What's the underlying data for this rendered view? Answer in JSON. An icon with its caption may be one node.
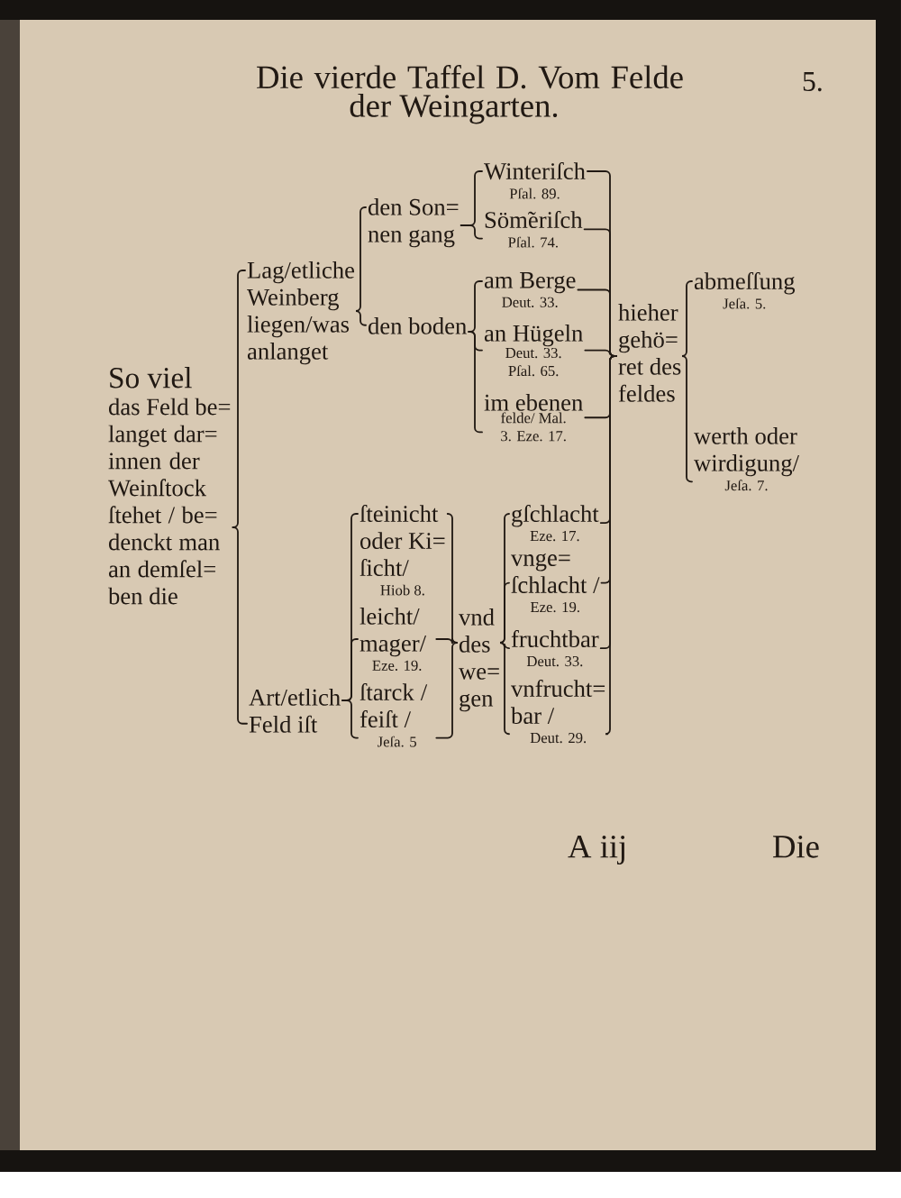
{
  "diagram": {
    "title": "Die vierde Taffel D. Vom Felde der Weingarten.",
    "nodes": [
      {
        "text": [
          "So viel",
          "das Feld be= langet dar= innen der Weinſtock ſtehet / be= denckt man an demſel= ben die"
        ]
      },
      {
        "text": [
          "Lag/etliche Weinberg liegen/was anlanget"
        ]
      },
      {
        "text": [
          "den Son= nen gang"
        ]
      },
      {
        "text": [
          "Winteriſch",
          "Pſal. 89."
        ]
      },
      {
        "text": [
          "Söm̃eriſch",
          "Pſal. 74."
        ]
      },
      {
        "text": [
          "den boden"
        ]
      },
      {
        "text": [
          "am Berge",
          "Deut. 33."
        ]
      },
      {
        "text": [
          "an Hügeln",
          "Deut. 33. Pſal. 65."
        ]
      },
      {
        "text": [
          "im ebenen",
          "felde/ Mal. 3. Eze. 17."
        ]
      },
      {
        "text": [
          "hieher gehö= ret des feldes"
        ]
      },
      {
        "text": [
          "abmeſſung",
          "Jeſa. 5."
        ]
      },
      {
        "text": [
          "werth oder wirdigung/",
          "Jeſa. 7."
        ]
      },
      {
        "text": [
          "Art/etlich Feld iſt"
        ]
      },
      {
        "text": [
          "ſteinicht oder Ki= ſicht/",
          "Hiob 8."
        ]
      },
      {
        "text": [
          "leicht/ mager/",
          "Eze. 19."
        ]
      },
      {
        "text": [
          "ſtarck / feiſt /",
          "Jeſa. 5"
        ]
      },
      {
        "text": [
          "vnd des we= gen"
        ]
      },
      {
        "text": [
          "gſchlacht",
          "Eze. 17."
        ]
      },
      {
        "text": [
          "vnge= ſchlacht /",
          "Eze. 19."
        ]
      },
      {
        "text": [
          "fruchtbar",
          "Deut. 33."
        ]
      },
      {
        "text": [
          "vnfrucht= bar /",
          "Deut. 29."
        ]
      }
    ],
    "edges": [
      {
        "from": 0,
        "to": 1,
        "arrow": "none"
      },
      {
        "from": 0,
        "to": 12,
        "arrow": "none"
      },
      {
        "from": 1,
        "to": 2,
        "arrow": "none"
      },
      {
        "from": 1,
        "to": 5,
        "arrow": "none"
      },
      {
        "from": 2,
        "to": 3,
        "arrow": "none"
      },
      {
        "from": 2,
        "to": 4,
        "arrow": "none"
      },
      {
        "from": 5,
        "to": 6,
        "arrow": "none"
      },
      {
        "from": 5,
        "to": 7,
        "arrow": "none"
      },
      {
        "from": 5,
        "to": 8,
        "arrow": "none"
      },
      {
        "from": 3,
        "to": 9,
        "arrow": "none"
      },
      {
        "from": 4,
        "to": 9,
        "arrow": "none"
      },
      {
        "from": 6,
        "to": 9,
        "arrow": "none"
      },
      {
        "from": 7,
        "to": 9,
        "arrow": "none"
      },
      {
        "from": 8,
        "to": 9,
        "arrow": "none"
      },
      {
        "from": 17,
        "to": 9,
        "arrow": "none"
      },
      {
        "from": 18,
        "to": 9,
        "arrow": "none"
      },
      {
        "from": 19,
        "to": 9,
        "arrow": "none"
      },
      {
        "from": 20,
        "to": 9,
        "arrow": "none"
      },
      {
        "from": 9,
        "to": 10,
        "arrow": "none"
      },
      {
        "from": 9,
        "to": 11,
        "arrow": "none"
      },
      {
        "from": 12,
        "to": 13,
        "arrow": "none"
      },
      {
        "from": 12,
        "to": 14,
        "arrow": "none"
      },
      {
        "from": 12,
        "to": 15,
        "arrow": "none"
      },
      {
        "from": 13,
        "to": 16,
        "arrow": "none"
      },
      {
        "from": 14,
        "to": 16,
        "arrow": "none"
      },
      {
        "from": 15,
        "to": 16,
        "arrow": "none"
      },
      {
        "from": 16,
        "to": 17,
        "arrow": "none"
      },
      {
        "from": 16,
        "to": 18,
        "arrow": "none"
      },
      {
        "from": 16,
        "to": 19,
        "arrow": "none"
      },
      {
        "from": 16,
        "to": 20,
        "arrow": "none"
      }
    ],
    "labels": [
      "5.",
      "A iij",
      "Die"
    ]
  }
}
